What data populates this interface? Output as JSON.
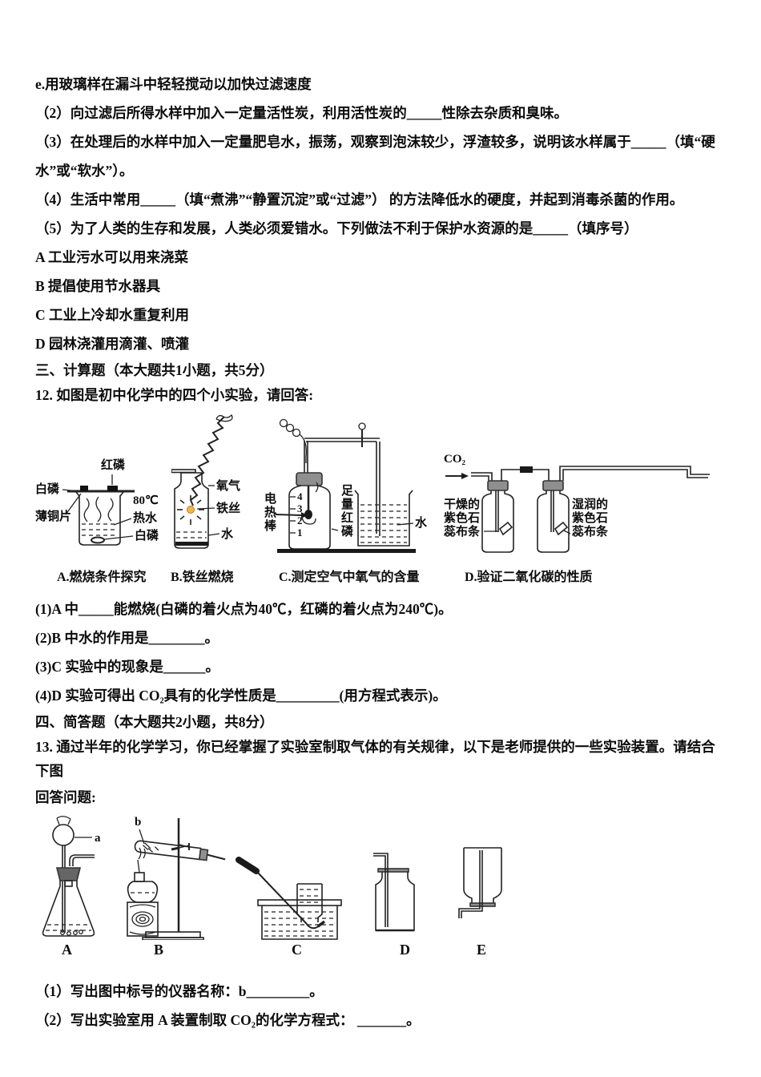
{
  "page": {
    "line_e": "e.用玻璃样在漏斗中轻轻搅动以加快过滤速度",
    "q2": "（2）向过滤后所得水样中加入一定量活性炭，利用活性炭的_____性除去杂质和臭味。",
    "q3": "（3）在处理后的水样中加入一定量肥皂水，振荡，观察到泡沫较少，浮渣较多，说明该水样属于_____（填“硬水”或“软水”）。",
    "q4": "（4）生活中常用_____（填“煮沸”“静置沉淀”或“过滤”） 的方法降低水的硬度，并起到消毒杀菌的作用。",
    "q5": "（5）为了人类的生存和发展，人类必须爱错水。下列做法不利于保护水资源的是_____（填序号）",
    "optA": "A 工业污水可以用来浇菜",
    "optB": "B 提倡使用节水器具",
    "optC": "C 工业上冷却水重复利用",
    "optD": "D 园林浇灌用滴灌、喷灌",
    "sec3": "三、计算题（本大题共1小题，共5分）",
    "q12": "12. 如图是初中化学中的四个小实验，请回答:",
    "q12_1": "(1)A 中_____能燃烧(白磷的着火点为40℃，红磷的着火点为240℃)。",
    "q12_2": "(2)B 中水的作用是________。",
    "q12_3": "(3)C 实验中的现象是______。",
    "q12_4": "(4)D 实验可得出 CO₂具有的化学性质是_________(用方程式表示)。",
    "sec4": "四、简答题（本大题共2小题，共8分）",
    "q13": "13. 通过半年的化学学习，你已经掌握了实验室制取气体的有关规律，以下是老师提供的一些实验装置。请结合下图",
    "q13_cont": "回答问题:",
    "q13_1": "（1）写出图中标号的仪器名称：b_________。",
    "q13_2": "（2）写出实验室用 A 装置制取 CO₂的化学方程式： _______。"
  },
  "fig1": {
    "a": {
      "caption": "A.燃烧条件探究",
      "label_red_p": "红磷",
      "label_white_p": "白磷",
      "label_copper": "薄铜片",
      "label_temp": "80℃",
      "label_hot_water": "热水",
      "label_white_p2": "白磷"
    },
    "b": {
      "caption": "B.铁丝燃烧",
      "label_oxygen": "氧气",
      "label_iron": "铁丝",
      "label_water": "水",
      "flame_color": "#f2b84b"
    },
    "c": {
      "caption": "C.测定空气中氧气的含量",
      "label_heater": "电热棒",
      "label_red_p": "足量红磷",
      "label_water": "水",
      "scale": [
        "4",
        "3",
        "2",
        "1"
      ]
    },
    "d": {
      "caption": "D.验证二氧化碳的性质",
      "label_gas": "CO₂",
      "label_dry": "干燥的紫色石蕊布条",
      "label_wet": "湿润的紫色石蕊布条"
    }
  },
  "fig2": {
    "pointer_a": "a",
    "pointer_b": "b",
    "letters": [
      "A",
      "B",
      "C",
      "D",
      "E"
    ]
  }
}
